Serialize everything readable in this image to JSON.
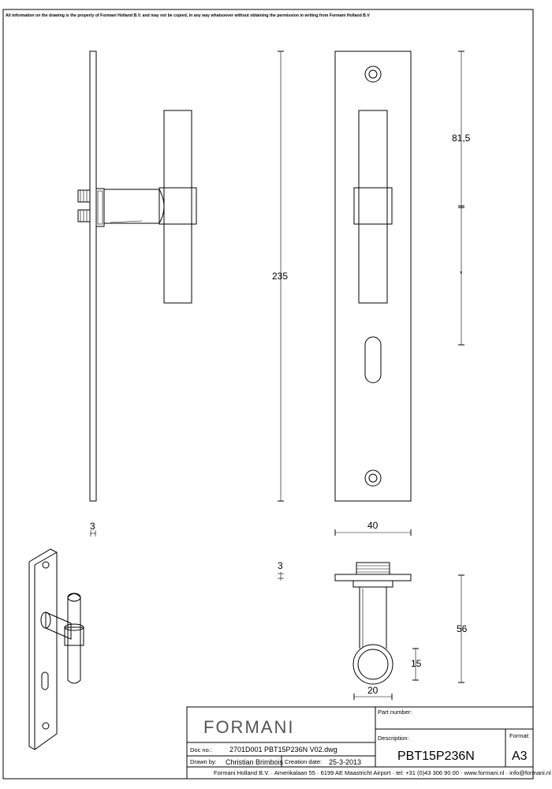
{
  "notice": "All information on the drawing is the property of Formani Holland B.V. and may not be copied, in any way whatsoever without obtaining the permission in writing from Formani Holland B.V",
  "dimensions": {
    "plate_height": "235",
    "plate_width": "40",
    "plate_thickness_side": "3",
    "plate_thickness_top": "3",
    "handle_offset": "81,5",
    "projection": "56",
    "grip_diameter": "20",
    "grip_diameter_small": "15"
  },
  "title_block": {
    "brand": "FORMANI",
    "part_number_label": "Part number:",
    "description_label": "Description:",
    "description_value": "PBT15P236N",
    "format_label": "Format:",
    "format_value": "A3",
    "doc_no_label": "Doc no.:",
    "doc_no_value": "2701D001 PBT15P236N V02.dwg",
    "drawn_by_label": "Drawn by:",
    "drawn_by_value": "Christian Brimbois",
    "creation_date_label": "Creation date:",
    "creation_date_value": "25-3-2013",
    "footer": "Formani Holland B.V. ·  Amerikalaan 55  · 6199 AE Maastricht Airport · tel: +31 (0)43 306 90 00 · www.formani.nl · info@formani.nl"
  }
}
